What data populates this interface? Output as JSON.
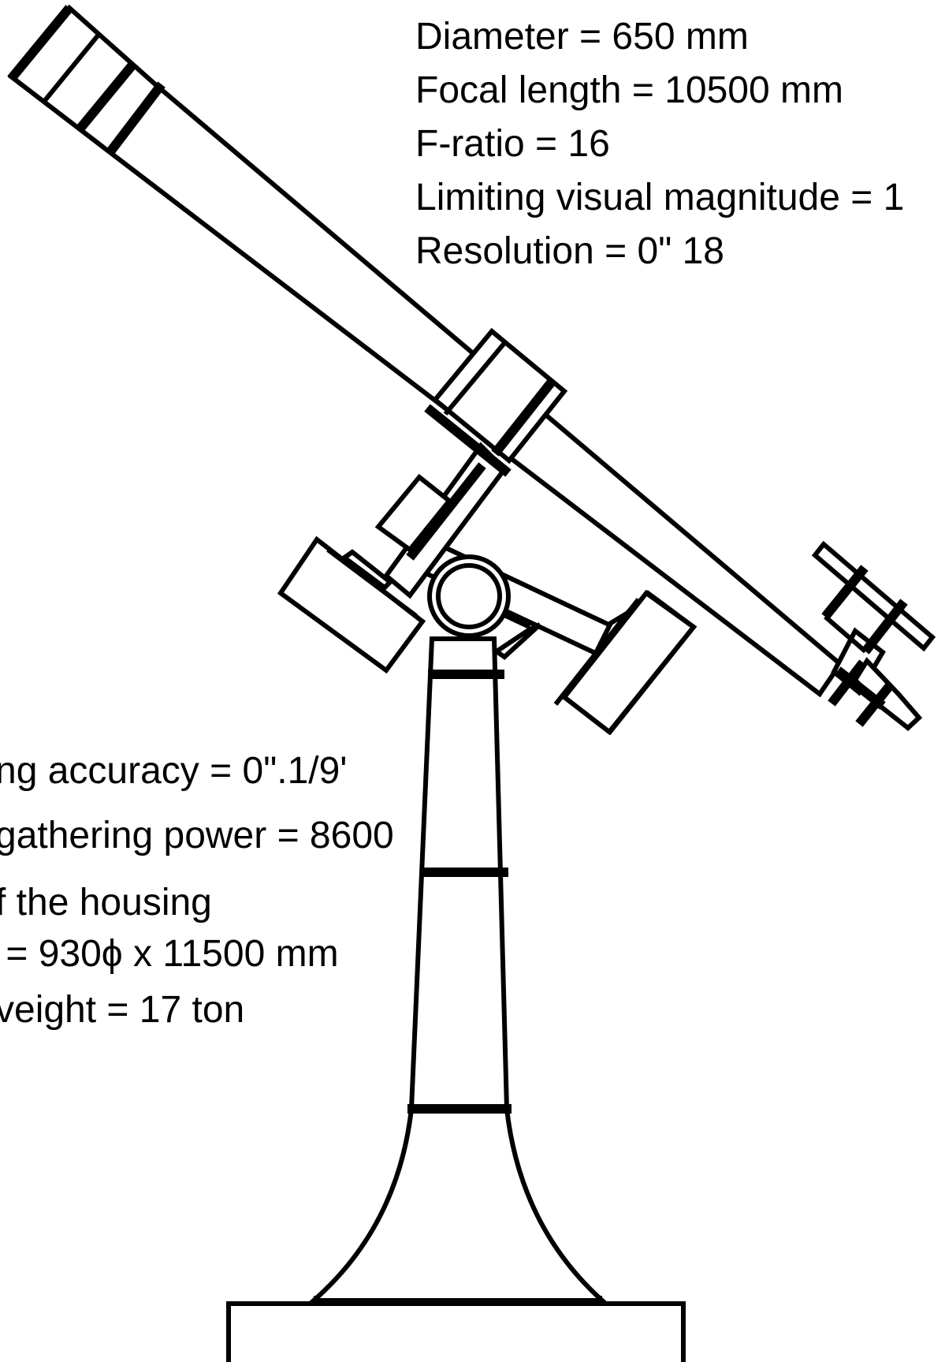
{
  "specs_top": {
    "diameter": "Diameter = 650 mm",
    "focal_length": "Focal length = 10500 mm",
    "f_ratio": "F-ratio = 16",
    "limiting_magnitude": "Limiting visual magnitude = 1",
    "resolution": "Resolution = 0\" 18"
  },
  "specs_left": {
    "accuracy": "ng accuracy = 0\".1/9'",
    "light_power": "gathering power = 8600",
    "housing_line1": "f the housing",
    "housing_line2": " = 930ϕ x 11500 mm",
    "weight": "veight = 17 ton"
  }
}
